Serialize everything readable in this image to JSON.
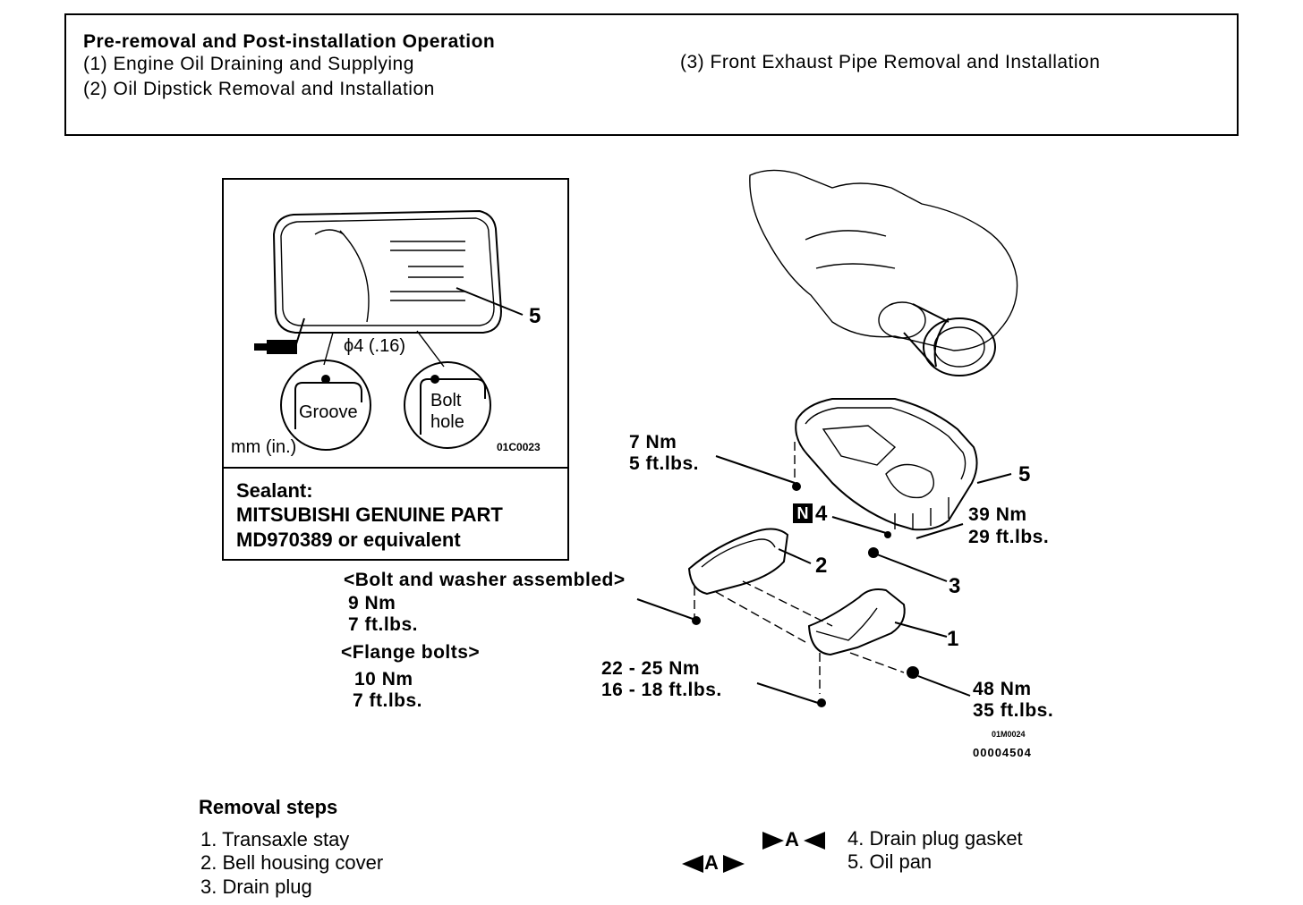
{
  "operations": {
    "title": "Pre-removal and Post-installation Operation",
    "items": [
      "(1)  Engine Oil Draining and Supplying",
      "(2)  Oil Dipstick Removal and Installation",
      "(3)  Front Exhaust Pipe Removal and Installation"
    ]
  },
  "inset": {
    "callout": "5",
    "bead_size": "ϕ4 (.16)",
    "groove_label": "Groove",
    "bolt_hole_label_1": "Bolt",
    "bolt_hole_label_2": "hole",
    "units": "mm (in.)",
    "code": "01C0023",
    "sealant_title": "Sealant:",
    "sealant_line1": "MITSUBISHI GENUINE PART",
    "sealant_line2": "MD970389 or equivalent"
  },
  "diagram": {
    "torque_pan_bolt_nm": "7 Nm",
    "torque_pan_bolt_ft": "5 ft.lbs.",
    "label_5": "5",
    "label_n": "N",
    "label_4": "4",
    "torque_drain_nm": "39 Nm",
    "torque_drain_ft": "29 ft.lbs.",
    "label_2": "2",
    "label_3": "3",
    "bolt_washer_title": "<Bolt and washer assembled>",
    "bolt_washer_nm": "9 Nm",
    "bolt_washer_ft": "7 ft.lbs.",
    "flange_title": "<Flange bolts>",
    "flange_nm": "10 Nm",
    "flange_ft": "7 ft.lbs.",
    "label_1": "1",
    "stay_lower_nm": "22 - 25 Nm",
    "stay_lower_ft": "16 - 18 ft.lbs.",
    "stay_side_nm": "48 Nm",
    "stay_side_ft": "35 ft.lbs.",
    "code_a": "01M0024",
    "code_b": "00004504"
  },
  "removal": {
    "title": "Removal steps",
    "steps": [
      "1. Transaxle stay",
      "2. Bell housing cover",
      "3. Drain plug",
      "4. Drain plug gasket",
      "5. Oil pan"
    ],
    "marker_install": "A",
    "marker_remove": "A"
  }
}
